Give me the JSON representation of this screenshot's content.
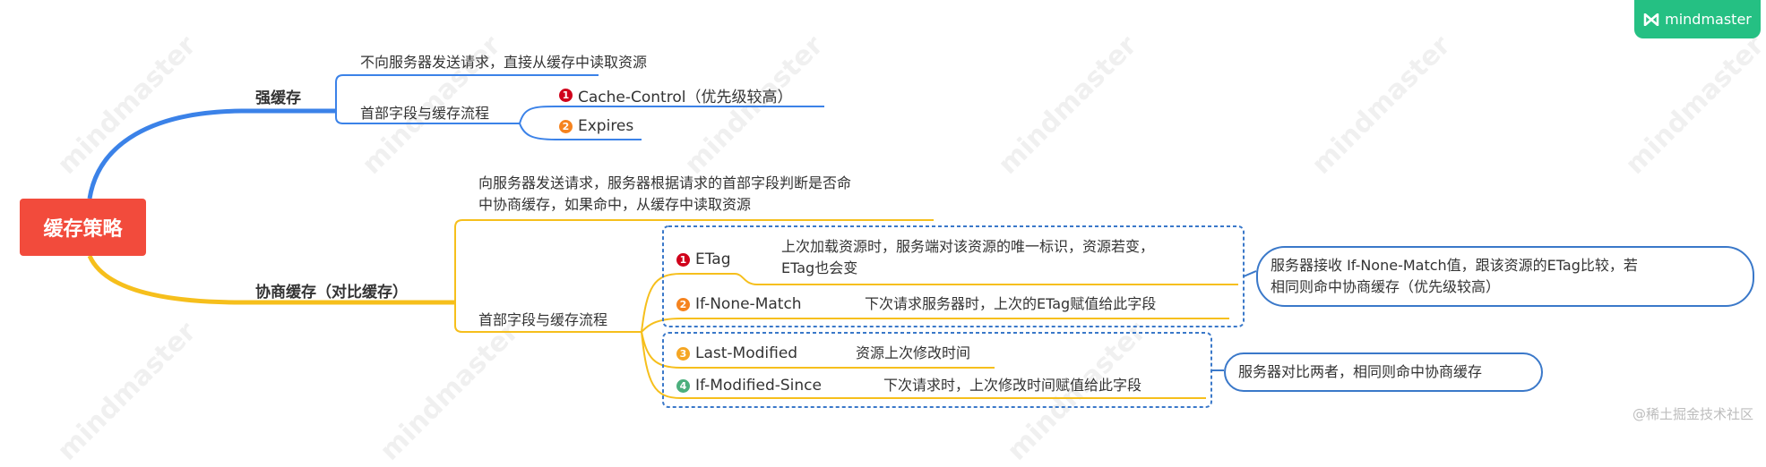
{
  "root": {
    "label": "缓存策略",
    "color": "#f24b3c"
  },
  "branches": [
    {
      "label": "强缓存",
      "color": "#3b82e8",
      "description": "不向服务器发送请求，直接从缓存中读取资源",
      "headers_label": "首部字段与缓存流程",
      "headers": [
        {
          "index": "1",
          "name": "Cache-Control（优先级较高）",
          "badge_color": "#d0021b"
        },
        {
          "index": "2",
          "name": "Expires",
          "badge_color": "#f5831f"
        }
      ]
    },
    {
      "label": "协商缓存（对比缓存）",
      "color": "#f6bf1c",
      "description_lines": [
        "向服务器发送请求，服务器根据请求的首部字段判断是否命",
        "中协商缓存，如果命中，从缓存中读取资源"
      ],
      "headers_label": "首部字段与缓存流程",
      "groups": [
        {
          "items": [
            {
              "index": "1",
              "name": "ETag",
              "badge_color": "#d0021b",
              "desc_lines": [
                "上次加载资源时，服务端对该资源的唯一标识，资源若变，",
                "ETag也会变"
              ]
            },
            {
              "index": "2",
              "name": "If-None-Match",
              "badge_color": "#f5831f",
              "desc_lines": [
                "下次请求服务器时，上次的ETag赋值给此字段"
              ]
            }
          ],
          "summary_lines": [
            "服务器接收 If-None-Match值，跟该资源的ETag比较，若",
            "相同则命中协商缓存（优先级较高）"
          ]
        },
        {
          "items": [
            {
              "index": "3",
              "name": "Last-Modified",
              "badge_color": "#f5a623",
              "desc_lines": [
                "资源上次修改时间"
              ]
            },
            {
              "index": "4",
              "name": "If-Modified-Since",
              "badge_color": "#4caf7d",
              "desc_lines": [
                "下次请求时，上次修改时间赋值给此字段"
              ]
            }
          ],
          "summary_lines": [
            "服务器对比两者，相同则命中协商缓存"
          ]
        }
      ]
    }
  ],
  "brand": {
    "label": "mindmaster",
    "color": "#25c083"
  },
  "watermark": "mindmaster",
  "credit": "@稀土掘金技术社区"
}
